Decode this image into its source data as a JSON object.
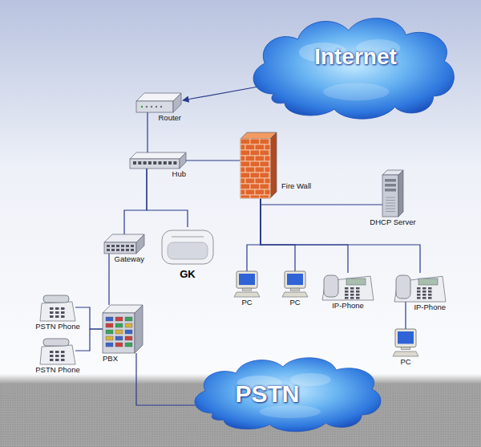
{
  "diagram": {
    "nodes": [
      {
        "text": [
          "Internet"
        ]
      },
      {
        "text": [
          "Router"
        ]
      },
      {
        "text": [
          "Hub"
        ]
      },
      {
        "text": [
          "Fire Wall"
        ]
      },
      {
        "text": [
          "DHCP Server"
        ]
      },
      {
        "text": [
          "Gateway"
        ]
      },
      {
        "text": [
          "GK"
        ]
      },
      {
        "text": [
          "PC"
        ]
      },
      {
        "text": [
          "PC"
        ]
      },
      {
        "text": [
          "IP-Phone"
        ]
      },
      {
        "text": [
          "IP-Phone"
        ]
      },
      {
        "text": [
          "PSTN Phone"
        ]
      },
      {
        "text": [
          "PSTN Phone"
        ]
      },
      {
        "text": [
          "PBX"
        ]
      },
      {
        "text": [
          "PC"
        ]
      },
      {
        "text": [
          "PSTN"
        ]
      }
    ],
    "edges": [
      {
        "from": 0,
        "to": 1,
        "arrow": "to"
      },
      {
        "from": 1,
        "to": 2,
        "arrow": "none"
      },
      {
        "from": 2,
        "to": 3,
        "arrow": "none"
      },
      {
        "from": 2,
        "to": 5,
        "arrow": "none"
      },
      {
        "from": 2,
        "to": 6,
        "arrow": "none"
      },
      {
        "from": 3,
        "to": 4,
        "arrow": "none"
      },
      {
        "from": 3,
        "to": 7,
        "arrow": "none"
      },
      {
        "from": 3,
        "to": 8,
        "arrow": "none"
      },
      {
        "from": 3,
        "to": 9,
        "arrow": "none"
      },
      {
        "from": 3,
        "to": 10,
        "arrow": "none"
      },
      {
        "from": 10,
        "to": 14,
        "arrow": "none"
      },
      {
        "from": 5,
        "to": 13,
        "arrow": "none"
      },
      {
        "from": 11,
        "to": 13,
        "arrow": "none"
      },
      {
        "from": 12,
        "to": 13,
        "arrow": "none"
      },
      {
        "from": 13,
        "to": 15,
        "arrow": "none"
      }
    ]
  }
}
